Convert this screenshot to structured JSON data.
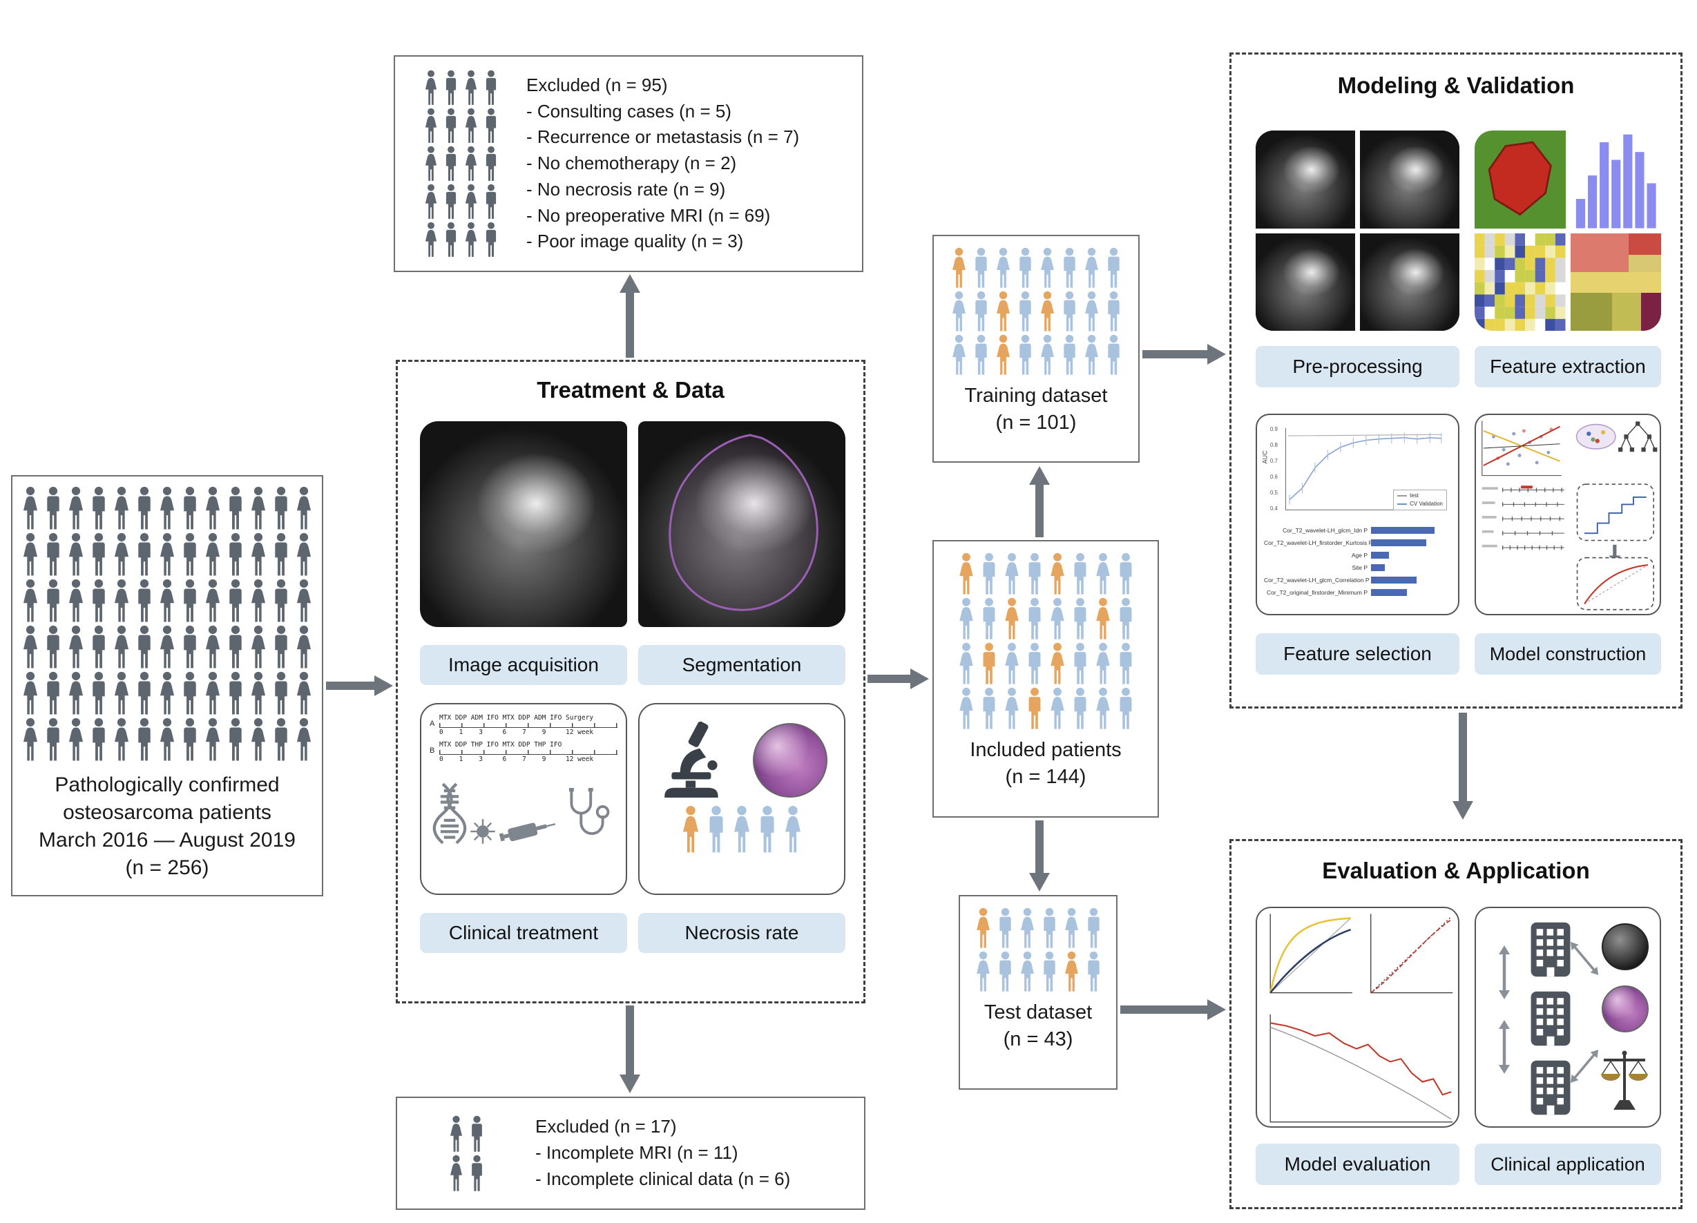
{
  "colors": {
    "person_gray": "#5d666e",
    "person_blue": "#a9c2de",
    "person_orange": "#e5a55f",
    "button_bg": "#d9e7f2",
    "arrow": "#6d747c"
  },
  "cohort": {
    "lines": [
      "Pathologically confirmed",
      "osteosarcoma patients",
      "March 2016 — August 2019",
      "(n = 256)"
    ],
    "grid": [
      "ggggggggggggg",
      "ggggggggggggg",
      "ggggggggggggg",
      "ggggggggggggg",
      "ggggggggggggg",
      "ggggggggggggg"
    ]
  },
  "excluded_top": {
    "title": "Excluded (n = 95)",
    "items": [
      "- Consulting cases (n = 5)",
      "- Recurrence or metastasis (n = 7)",
      "- No chemotherapy (n = 2)",
      "- No necrosis rate (n = 9)",
      "- No preoperative MRI (n = 69)",
      "- Poor image quality (n = 3)"
    ],
    "grid": [
      "gggg",
      "gggg",
      "gggg",
      "gggg",
      "gggg"
    ]
  },
  "excluded_bottom": {
    "title": "Excluded (n = 17)",
    "items": [
      "- Incomplete MRI (n = 11)",
      "- Incomplete clinical data (n = 6)"
    ],
    "grid": [
      "gg",
      "gg"
    ]
  },
  "treatment": {
    "title": "Treatment & Data",
    "image_acquisition_label": "Image acquisition",
    "segmentation_label": "Segmentation",
    "clinical_treatment_label": "Clinical treatment",
    "necrosis_rate_label": "Necrosis rate",
    "chemo": {
      "row_a_label": "A",
      "row_a_drugs": "MTX DDP ADM IFO MTX DDP ADM IFO Surgery",
      "row_a_axis": "0    1    3     6    7    9     12 week",
      "row_b_label": "B",
      "row_b_drugs": "MTX DDP THP IFO MTX DDP THP IFO",
      "row_b_axis": "0    1    3     6    7    9     12 week"
    },
    "necrosis_grid": [
      "obbbb"
    ]
  },
  "training": {
    "label": "Training dataset",
    "n": "(n = 101)",
    "grid": [
      "obbbbbbb",
      "bbobobbb",
      "bbobbbbb"
    ]
  },
  "included": {
    "label": "Included patients",
    "n": "(n = 144)",
    "grid": [
      "obbbobbb",
      "bbobbbob",
      "bobbobbb",
      "bbbobbbb"
    ]
  },
  "test": {
    "label": "Test dataset",
    "n": "(n = 43)",
    "grid": [
      "obbbbb",
      "bbbbob"
    ]
  },
  "modeling": {
    "title": "Modeling & Validation",
    "preprocessing_label": "Pre-processing",
    "feature_extraction_label": "Feature extraction",
    "feature_selection_label": "Feature selection",
    "model_construction_label": "Model construction",
    "feature_selection": {
      "ylabel": "AUC",
      "yticks": [
        "0.9",
        "0.8",
        "0.7",
        "0.6",
        "0.5",
        "0.4"
      ],
      "legend": [
        "test",
        "CV Validation"
      ],
      "features": [
        "Cor_T2_wavelet-LH_glcm_Idn P",
        "Cor_T2_wavelet-LH_firstorder_Kurtosis P",
        "Age P",
        "Site P",
        "Cor_T2_wavelet-LH_glcm_Correlation P",
        "Cor_T2_original_firstorder_Minimum P"
      ],
      "bar_widths": [
        92,
        80,
        26,
        20,
        66,
        52
      ]
    }
  },
  "evaluation": {
    "title": "Evaluation & Application",
    "model_evaluation_label": "Model evaluation",
    "clinical_application_label": "Clinical application"
  }
}
